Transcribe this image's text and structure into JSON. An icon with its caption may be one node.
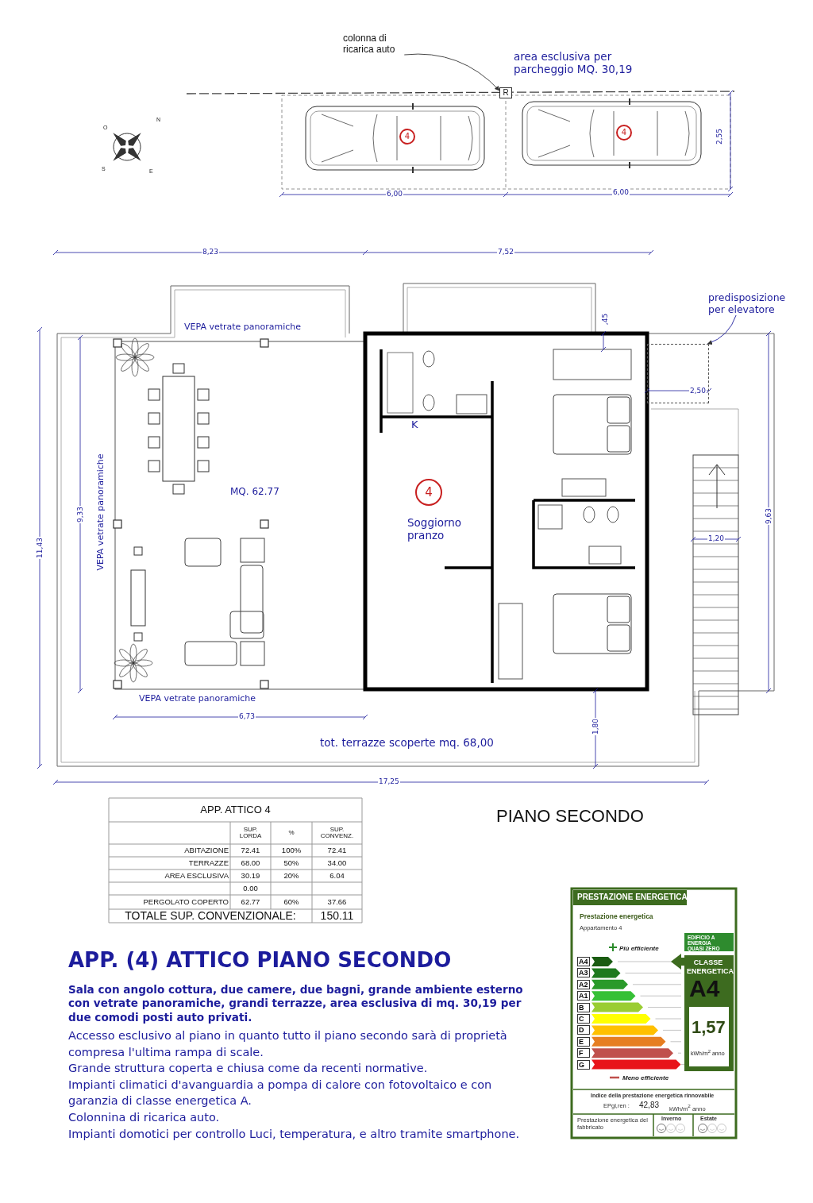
{
  "diagram": {
    "title": "APP. (4) ATTICO PIANO SECONDO",
    "nodes": [
      {
        "text": [
          "colonna di ricarica auto"
        ]
      },
      {
        "text": [
          "R"
        ]
      },
      {
        "text": [
          "predisposizione per elevatore"
        ]
      },
      {
        "text": [],
        "shape": "box"
      }
    ],
    "edges": [
      {
        "from": 0,
        "to": 1,
        "arrow": "to"
      },
      {
        "from": 2,
        "to": 3,
        "arrow": "to",
        "color": "#1c1c9c"
      }
    ],
    "labels": [
      "area esclusiva per parcheggio MQ. 30,19",
      "4",
      "4",
      "2,55",
      "6,00",
      "6,00",
      "N",
      "O",
      "S",
      "E",
      "8,23",
      "7,52",
      "VEPA vetrate panoramiche",
      ",45",
      "2,50",
      "K",
      "MQ. 62.77",
      "9,33",
      "VEPA vetrate panoramiche",
      "4",
      "Soggiorno pranzo",
      "11,43",
      "9,63",
      "1,20",
      "VEPA vetrate panoramiche",
      "6,73",
      "1,80",
      "tot. terrazze scoperte mq. 68,00",
      "17,25",
      "PIANO SECONDO",
      "APP. ATTICO 4",
      "SUP. LORDA",
      "%",
      "SUP. CONVENZ.",
      "ABITAZIONE",
      "72.41",
      "100%",
      "72.41",
      "TERRAZZE",
      "68.00",
      "50%",
      "34.00",
      "AREA ESCLUSIVA",
      "30.19",
      "20%",
      "6.04",
      "0.00",
      "PERGOLATO COPERTO",
      "62.77",
      "60%",
      "37.66",
      "TOTALE SUP. CONVENZIONALE:",
      "150.11",
      "PRESTAZIONE ENERGETICA",
      "Prestazione energetica",
      "Appartamento 4",
      "EDIFICIO A ENERGIA QUASI ZERO",
      "Più efficiente",
      "A4",
      "A3",
      "A2",
      "A1",
      "B",
      "C",
      "D",
      "E",
      "F",
      "G",
      "CLASSE ENERGETICA",
      "A4",
      "1,57",
      "kWh/m$^{2}$ anno",
      "Meno efficiente",
      "Indice della prestazione energetica rinnovabile",
      "EPgl,ren :",
      "42,83",
      "kWh/m$^{2}$ anno",
      "Prestazione energetica del fabbricato",
      "Inverno",
      "Estate",
      "Sala con angolo cottura, due camere, due bagni, grande ambiente esterno con vetrate panoramiche, grandi terrazze, area esclusiva di mq. 30,19 per due comodi posti auto privati.",
      "Accesso esclusivo al piano in quanto tutto il piano secondo sarà di proprietà compresa l'ultima rampa di scale.",
      "Grande struttura coperta e chiusa come da recenti normative.",
      "Impianti climatici d'avanguardia a pompa di calore con fotovoltaico e con garanzia di classe energetica A.",
      "Colonnina di ricarica auto.",
      "Impianti domotici per controllo Luci, temperatura, e altro tramite smartphone."
    ]
  }
}
